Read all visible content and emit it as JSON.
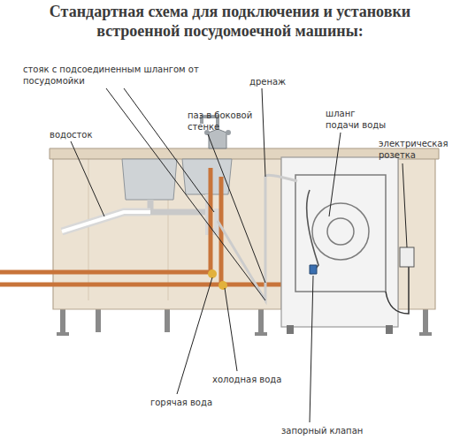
{
  "diagram": {
    "title": "Стандартная схема для подключения и установки встроенной посудомоечной машины:",
    "labels": [
      "стояк с подсоединенным шлангом от посудомойки",
      "дренаж",
      "паз в боковой стенке",
      "шланг подачи воды",
      "электрическая розетка",
      "водосток",
      "холодная вода",
      "горячая вода",
      "запорный клапан"
    ]
  }
}
